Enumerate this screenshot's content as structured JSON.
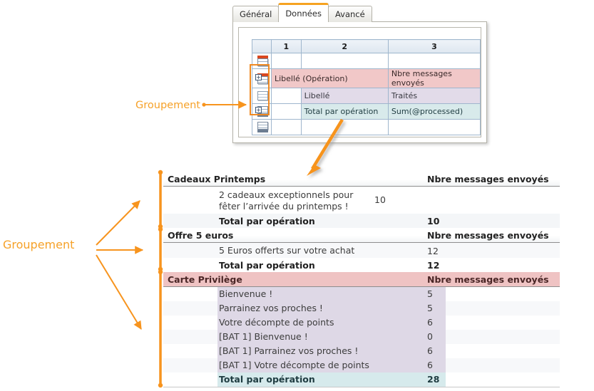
{
  "dialog": {
    "tabs": [
      {
        "label": "Général",
        "active": false
      },
      {
        "label": "Données",
        "active": true
      },
      {
        "label": "Avancé",
        "active": false
      }
    ],
    "grid": {
      "corner": "",
      "columns": [
        "1",
        "2",
        "3"
      ],
      "rows": [
        {
          "icon": "table-header-row-icon",
          "c1": "",
          "c2": "",
          "c3": "",
          "style": "plain"
        },
        {
          "icon": "group-header-row-icon",
          "c1": "Libellé (Opération)",
          "c2": "",
          "c3": "Nbre messages envoyés",
          "style": "pink"
        },
        {
          "icon": "detail-row-icon",
          "c1": "",
          "c2": "Libellé",
          "c3": "Traités",
          "style": "lavender"
        },
        {
          "icon": "group-footer-row-icon",
          "c1": "",
          "c2": "Total par opération",
          "c3": "Sum(@processed)",
          "style": "cyan"
        },
        {
          "icon": "table-footer-row-icon",
          "c1": "",
          "c2": "",
          "c3": "",
          "style": "plain"
        }
      ]
    }
  },
  "annotations": {
    "top_label": "Groupement",
    "left_label": "Groupement",
    "accent_color": "#f6a128",
    "arrow_color": "#f7941e"
  },
  "report": {
    "value_header": "Nbre messages envoyés",
    "total_label": "Total par opération",
    "groups": [
      {
        "name": "Cadeaux Printemps",
        "highlighted": false,
        "details": [
          {
            "label": "2 cadeaux exceptionnels pour fêter l’arrivée du printemps !",
            "value": "10"
          }
        ],
        "total": "10"
      },
      {
        "name": "Offre 5 euros",
        "highlighted": false,
        "details": [
          {
            "label": "5 Euros offerts sur votre achat",
            "value": "12"
          }
        ],
        "total": "12"
      },
      {
        "name": "Carte Privilège",
        "highlighted": true,
        "details": [
          {
            "label": "Bienvenue !",
            "value": "5"
          },
          {
            "label": "Parrainez vos proches !",
            "value": "5"
          },
          {
            "label": "Votre décompte de points",
            "value": "6"
          },
          {
            "label": "[BAT 1] Bienvenue !",
            "value": "0"
          },
          {
            "label": "[BAT 1] Parrainez vos proches !",
            "value": "6"
          },
          {
            "label": "[BAT 1] Votre décompte de points",
            "value": "6"
          }
        ],
        "total": "28"
      }
    ]
  },
  "colors": {
    "pink": "#efc3c3",
    "lavender": "#ded8e6",
    "cyan": "#d6eaec",
    "orange": "#f7941e"
  }
}
